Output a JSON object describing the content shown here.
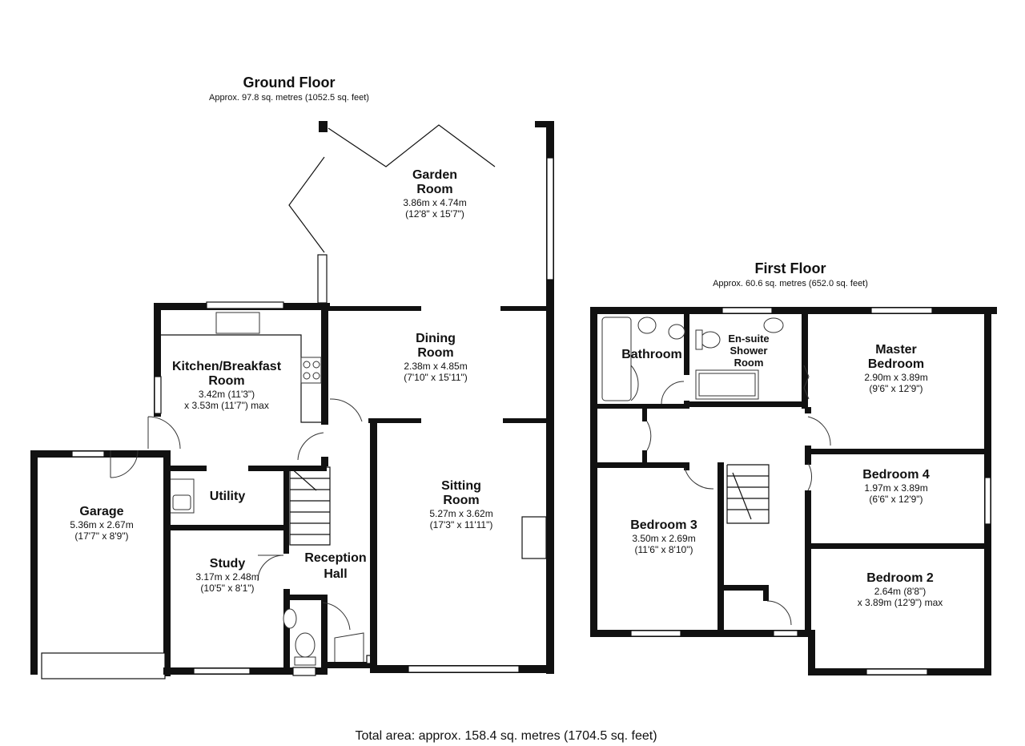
{
  "ground_floor": {
    "title": "Ground Floor",
    "area": "Approx. 97.8 sq. metres (1052.5 sq. feet)",
    "rooms": [
      {
        "id": "garden-room",
        "lines": [
          "Garden",
          "Room"
        ],
        "dims": [
          "3.86m x 4.74m",
          "(12'8\" x 15'7\")"
        ]
      },
      {
        "id": "kitchen",
        "lines": [
          "Kitchen/Breakfast",
          "Room"
        ],
        "dims": [
          "3.42m (11'3\")",
          "x 3.53m (11'7\") max"
        ]
      },
      {
        "id": "dining-room",
        "lines": [
          "Dining",
          "Room"
        ],
        "dims": [
          "2.38m x 4.85m",
          "(7'10\" x 15'11\")"
        ]
      },
      {
        "id": "utility",
        "lines": [
          "Utility"
        ],
        "dims": []
      },
      {
        "id": "garage",
        "lines": [
          "Garage"
        ],
        "dims": [
          "5.36m x 2.67m",
          "(17'7\" x 8'9\")"
        ]
      },
      {
        "id": "sitting-room",
        "lines": [
          "Sitting",
          "Room"
        ],
        "dims": [
          "5.27m x 3.62m",
          "(17'3\" x 11'11\")"
        ]
      },
      {
        "id": "study",
        "lines": [
          "Study"
        ],
        "dims": [
          "3.17m x 2.48m",
          "(10'5\" x 8'1\")"
        ]
      },
      {
        "id": "reception-hall",
        "lines": [
          "Reception",
          "Hall"
        ],
        "dims": []
      }
    ]
  },
  "first_floor": {
    "title": "First Floor",
    "area": "Approx. 60.6 sq. metres (652.0 sq. feet)",
    "rooms": [
      {
        "id": "bathroom",
        "lines": [
          "Bathroom"
        ],
        "dims": []
      },
      {
        "id": "en-suite",
        "lines": [
          "En-suite",
          "Shower",
          "Room"
        ],
        "dims": []
      },
      {
        "id": "master-bedroom",
        "lines": [
          "Master",
          "Bedroom"
        ],
        "dims": [
          "2.90m x 3.89m",
          "(9'6\" x 12'9\")"
        ]
      },
      {
        "id": "bedroom-4",
        "lines": [
          "Bedroom 4"
        ],
        "dims": [
          "1.97m x 3.89m",
          "(6'6\" x 12'9\")"
        ]
      },
      {
        "id": "bedroom-3",
        "lines": [
          "Bedroom 3"
        ],
        "dims": [
          "3.50m x 2.69m",
          "(11'6\" x 8'10\")"
        ]
      },
      {
        "id": "bedroom-2",
        "lines": [
          "Bedroom 2"
        ],
        "dims": [
          "2.64m (8'8\")",
          "x 3.89m (12'9\") max"
        ]
      }
    ]
  },
  "total_area": "Total area: approx. 158.4 sq. metres (1704.5 sq. feet)"
}
